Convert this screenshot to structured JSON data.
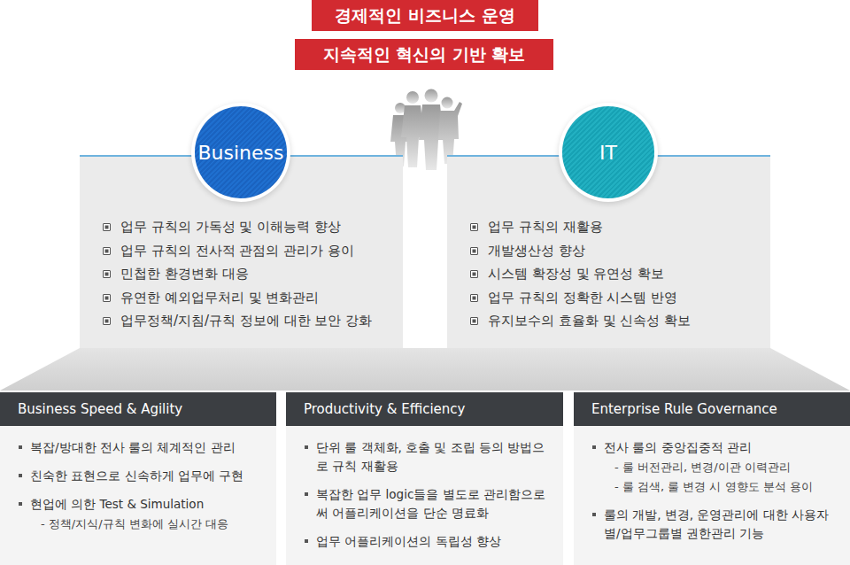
{
  "diagram": {
    "nodes": [
      {
        "text": [
          "경제적인 비즈니스 운영"
        ]
      },
      {
        "text": [
          "지속적인 혁신의 기반 확보"
        ]
      },
      {
        "text": [
          "업무 규칙의 가독성 및 이해능력 향상",
          "업무 규칙의 전사적 관점의 관리가 용이",
          "민첩한 환경변화 대응",
          "유연한 예외업무처리 및 변화관리",
          "업무정책/지침/규칙 정보에 대한 보안 강화"
        ]
      },
      {
        "text": [
          "Business"
        ],
        "in": 2
      },
      {
        "text": [
          "업무 규칙의 재활용",
          "개발생산성 향상",
          "시스템 확장성 및 유연성 확보",
          "업무 규칙의 정확한 시스템 반영",
          "유지보수의 효율화 및 신속성 확보"
        ]
      },
      {
        "text": [
          "IT"
        ],
        "in": 4
      },
      {
        "text": [
          "Business Speed & Agility",
          "복잡/방대한 전사 룰의 체계적인 관리",
          "친숙한 표현으로 신속하게 업무에 구현",
          "현업에 의한 Test & Simulation",
          "- 정책/지식/규칙 변화에 실시간 대응"
        ]
      },
      {
        "text": [
          "Productivity & Efficiency",
          "단위 룰 객체화, 호출 및 조립 등의 방법으로 규칙 재활용",
          "복잡한 업무 logic들을 별도로 관리함으로써 어플리케이션을 단순 명료화",
          "업무 어플리케이션의 독립성 향상"
        ]
      },
      {
        "text": [
          "Enterprise Rule Governance",
          "전사 룰의 중앙집중적 관리",
          "- 룰 버전관리, 변경/이관 이력관리",
          "- 룰 검색, 룰 변경 시 영향도 분석 용이",
          "룰의 개발, 변경, 운영관리에 대한 사용자별/업무그룹별 권한관리 기능"
        ]
      }
    ]
  }
}
